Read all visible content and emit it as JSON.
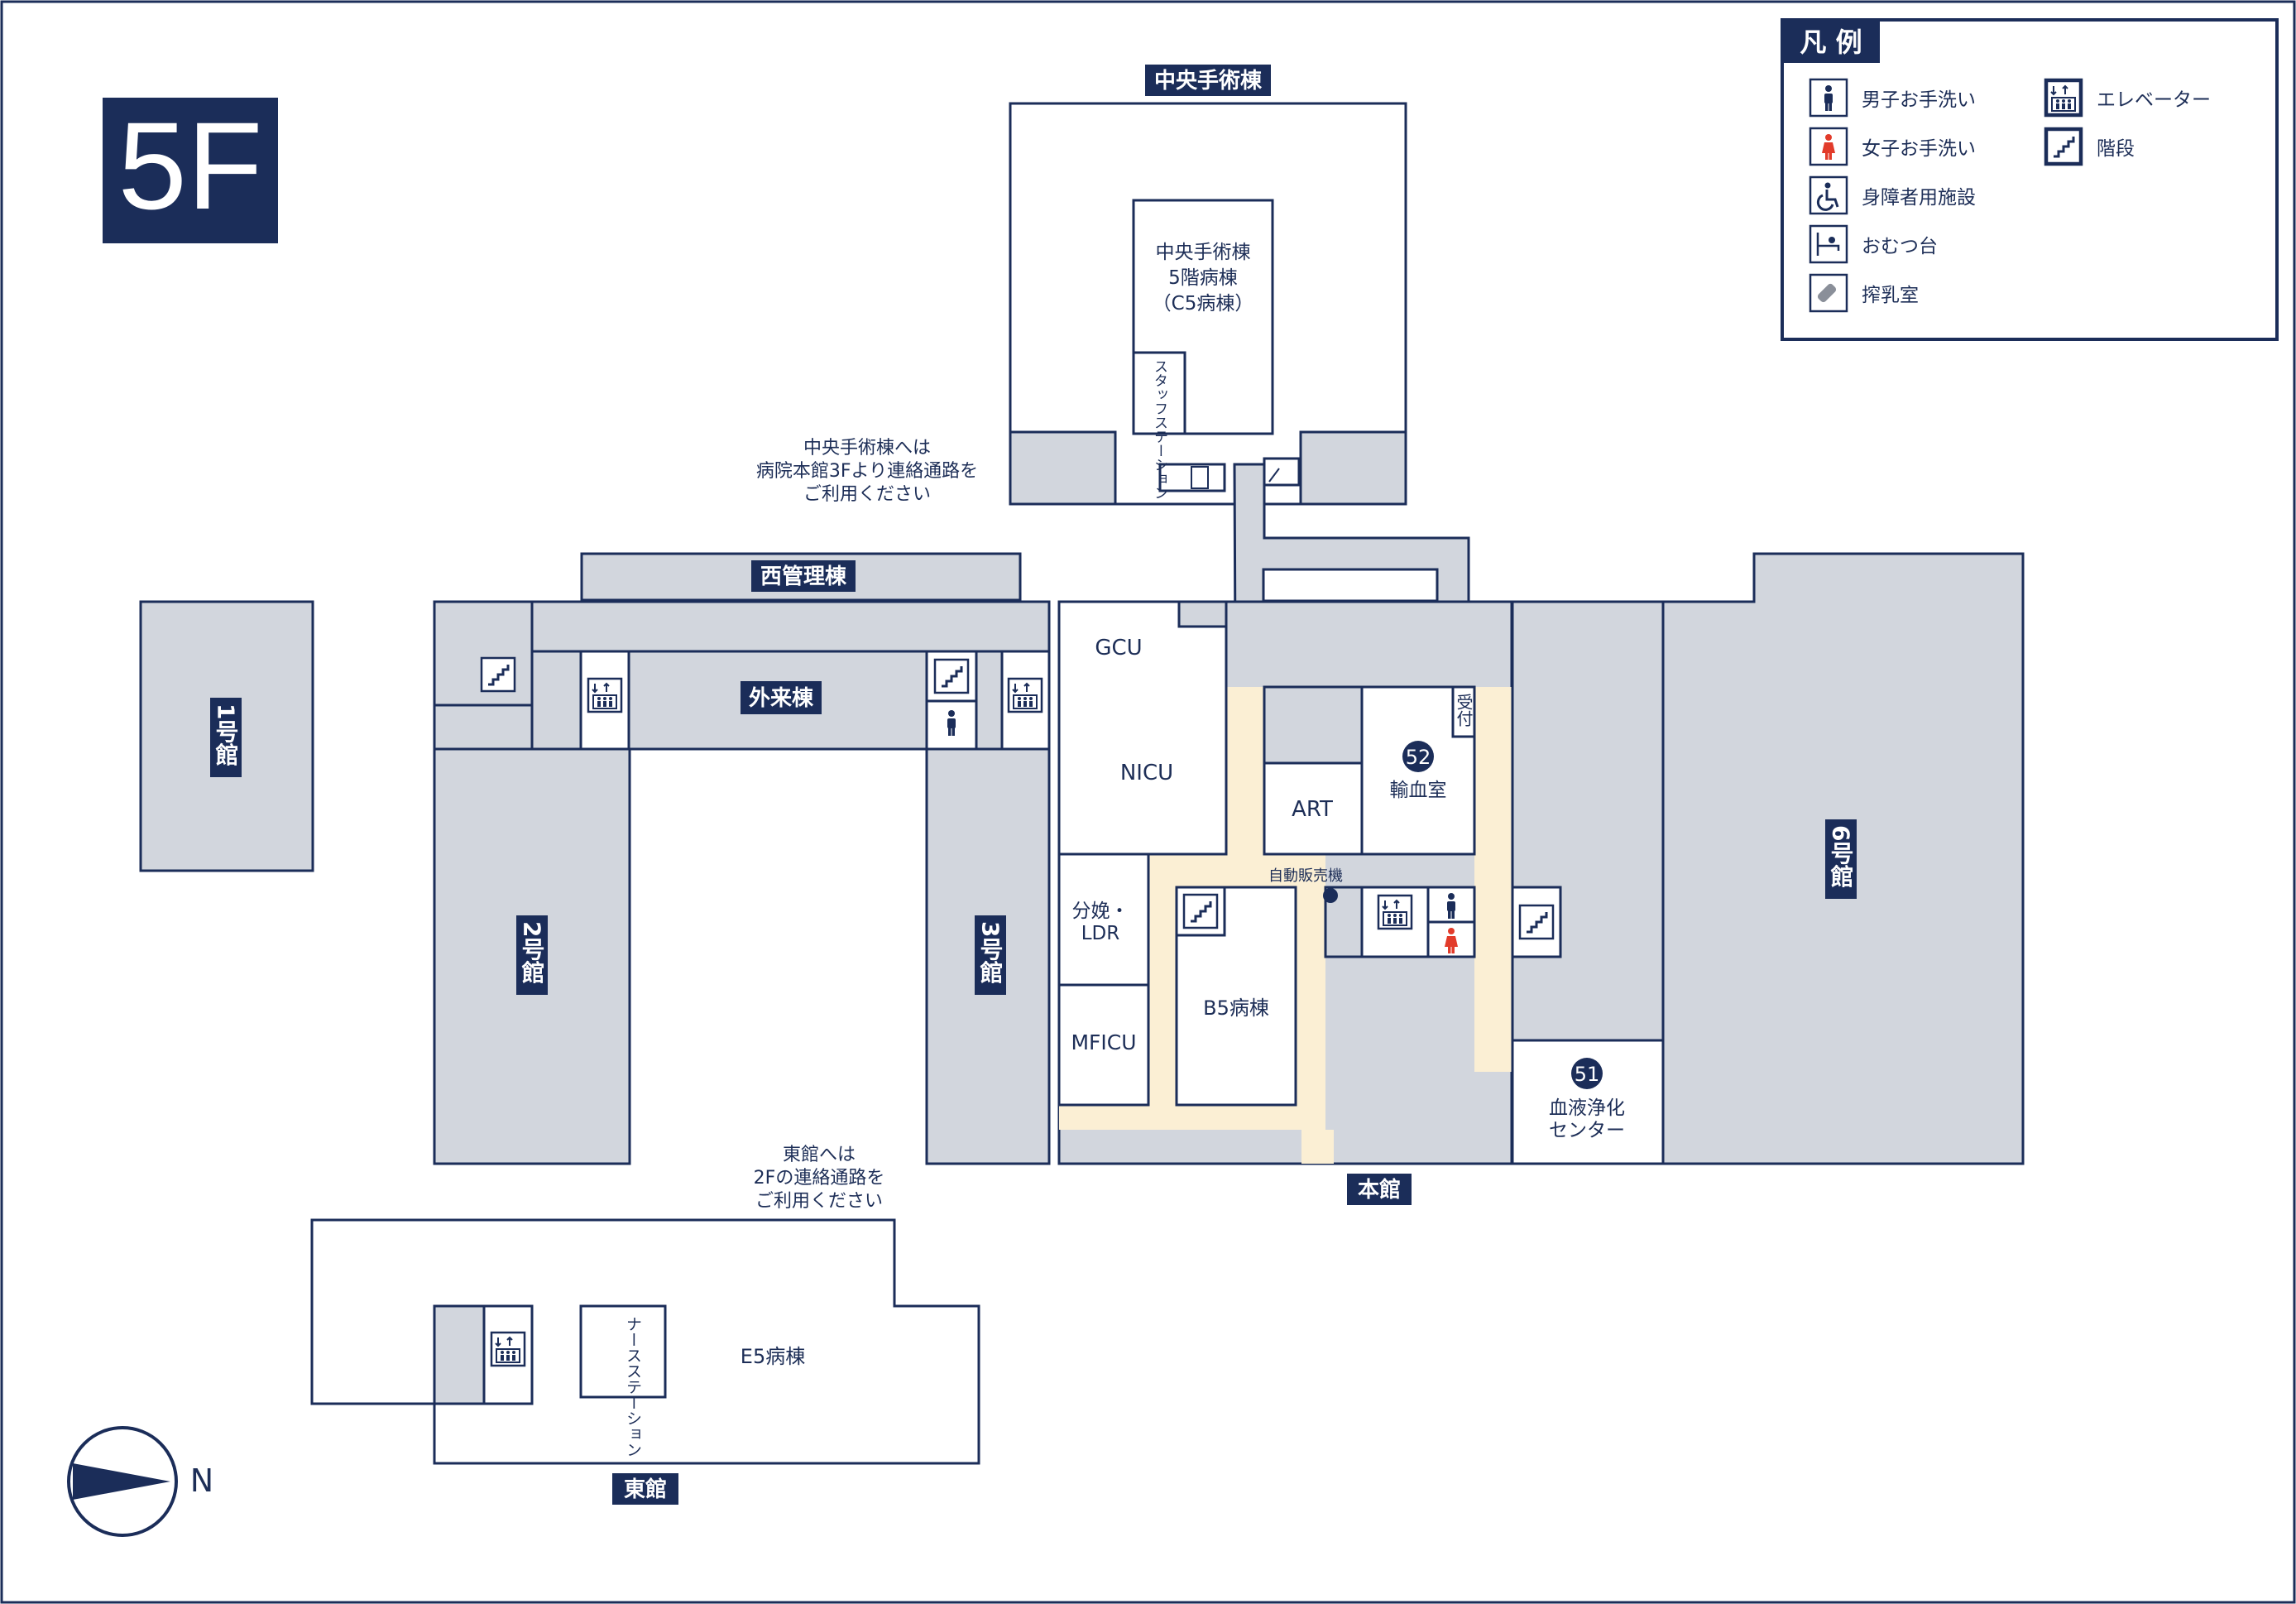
{
  "floor_label": "5F",
  "north_label": "N",
  "legend": {
    "title": "凡 例",
    "items": [
      {
        "icon": "male-restroom-icon",
        "label": "男子お手洗い"
      },
      {
        "icon": "female-restroom-icon",
        "label": "女子お手洗い"
      },
      {
        "icon": "accessible-facility-icon",
        "label": "身障者用施設"
      },
      {
        "icon": "diaper-table-icon",
        "label": "おむつ台"
      },
      {
        "icon": "nursing-room-icon",
        "label": "搾乳室"
      },
      {
        "icon": "elevator-icon",
        "label": "エレベーター"
      },
      {
        "icon": "stairs-icon",
        "label": "階段"
      }
    ]
  },
  "buildings": {
    "central_surgery": "中央手術棟",
    "west_admin": "西管理棟",
    "outpatient": "外来棟",
    "bldg1": "1号館",
    "bldg2": "2号館",
    "bldg3": "3号館",
    "bldg6": "6号館",
    "main": "本館",
    "east": "東館"
  },
  "notes": {
    "central_line1": "中央手術棟へは",
    "central_line2": "病院本館3Fより連絡通路を",
    "central_line3": "ご利用ください",
    "east_line1": "東館へは",
    "east_line2": "2Fの連絡通路を",
    "east_line3": "ご利用ください"
  },
  "rooms": {
    "c5_line1": "中央手術棟",
    "c5_line2": "5階病棟",
    "c5_line3": "（C5病棟）",
    "staff_station": "スタッフステーション",
    "gcu": "GCU",
    "nicu": "NICU",
    "art": "ART",
    "blood_no": "52",
    "blood_room": "輸血室",
    "reception": "受付",
    "vending": "自動販売機",
    "ldr_line1": "分娩・",
    "ldr_line2": "LDR",
    "mficu": "MFICU",
    "b5": "B5病棟",
    "dialysis_no": "51",
    "dialysis_line1": "血液浄化",
    "dialysis_line2": "センター",
    "e5": "E5病棟",
    "nurse_station": "ナースステーション"
  },
  "colors": {
    "navy": "#1b2d59",
    "building_gray": "#d2d6dd",
    "corridor": "#fbefd4",
    "female_red": "#e23b2a"
  }
}
